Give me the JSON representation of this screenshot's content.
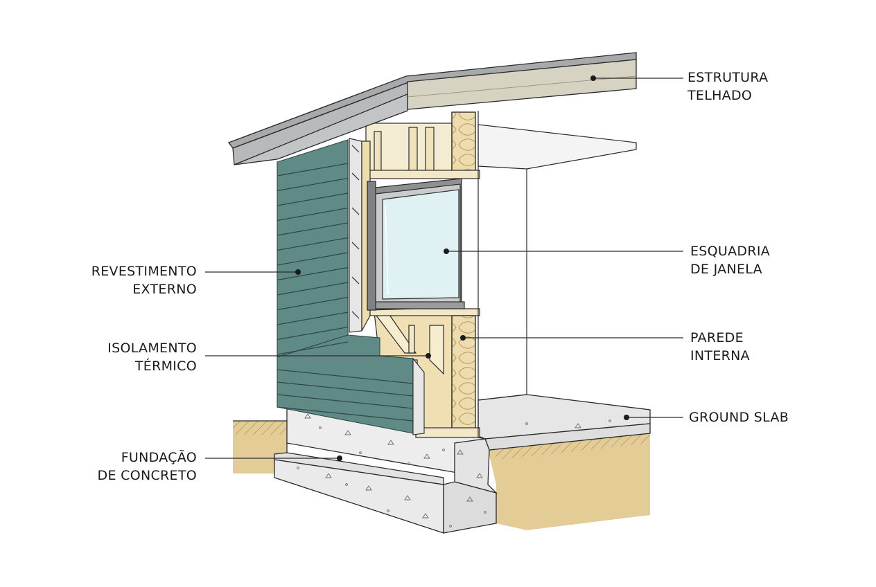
{
  "labels": {
    "roof": [
      "ESTRUTURA",
      "TELHADO"
    ],
    "window": [
      "ESQUADRIA",
      "DE JANELA"
    ],
    "interior_wall": [
      "PAREDE",
      "INTERNA"
    ],
    "ground_slab": [
      "GROUND SLAB"
    ],
    "cladding": [
      "REVESTIMENTO",
      "EXTERNO"
    ],
    "insulation": [
      "ISOLAMENTO",
      "TÉRMICO"
    ],
    "foundation": [
      "FUNDAÇÃO",
      "DE CONCRETO"
    ]
  },
  "colors": {
    "cladding": "#5f8a86",
    "roof": "#a7a9ab",
    "roof_beam": "#d6d3c3",
    "insulation": "#ecdcae",
    "soil": "#e3cc95",
    "concrete": "#ececec",
    "glass": "#dff1f2",
    "frame": "#8e9092",
    "wood": "#f2e7c6",
    "line": "#2a2a2a"
  }
}
